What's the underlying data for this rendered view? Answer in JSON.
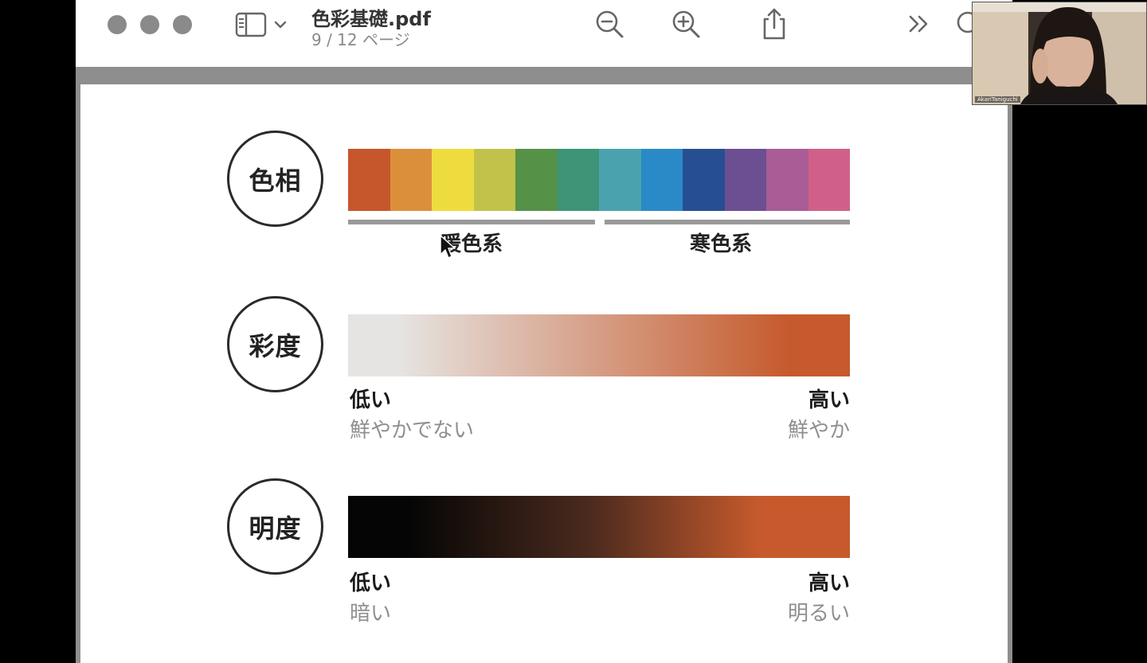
{
  "window": {
    "title": "色彩基礎.pdf",
    "page_indicator": "9 / 12 ページ"
  },
  "toolbar": {
    "traffic_lights": [
      "close",
      "minimize",
      "zoom"
    ],
    "icons": [
      "sidebar-toggle-icon",
      "zoom-out-icon",
      "zoom-in-icon",
      "share-icon",
      "more-icon",
      "search-icon"
    ]
  },
  "slide": {
    "hue": {
      "label": "色相",
      "colors": [
        "#c6562c",
        "#dc8f3b",
        "#eedc3f",
        "#c2c24b",
        "#569148",
        "#3d9477",
        "#4aa2ae",
        "#2a8ac8",
        "#254f91",
        "#6c4f92",
        "#a95c96",
        "#d0608a"
      ],
      "warm_label": "暖色系",
      "cool_label": "寒色系"
    },
    "saturation": {
      "label": "彩度",
      "gradient_from": "#e6e4e2",
      "gradient_to": "#c65a2c",
      "low_label": "低い",
      "low_sub": "鮮やかでない",
      "high_label": "高い",
      "high_sub": "鮮やか"
    },
    "brightness": {
      "label": "明度",
      "gradient_from": "#050505",
      "gradient_to": "#c65a2c",
      "low_label": "低い",
      "low_sub": "暗い",
      "high_label": "高い",
      "high_sub": "明るい"
    }
  },
  "webcam": {
    "participant_name": "AkariTaniguchi"
  }
}
